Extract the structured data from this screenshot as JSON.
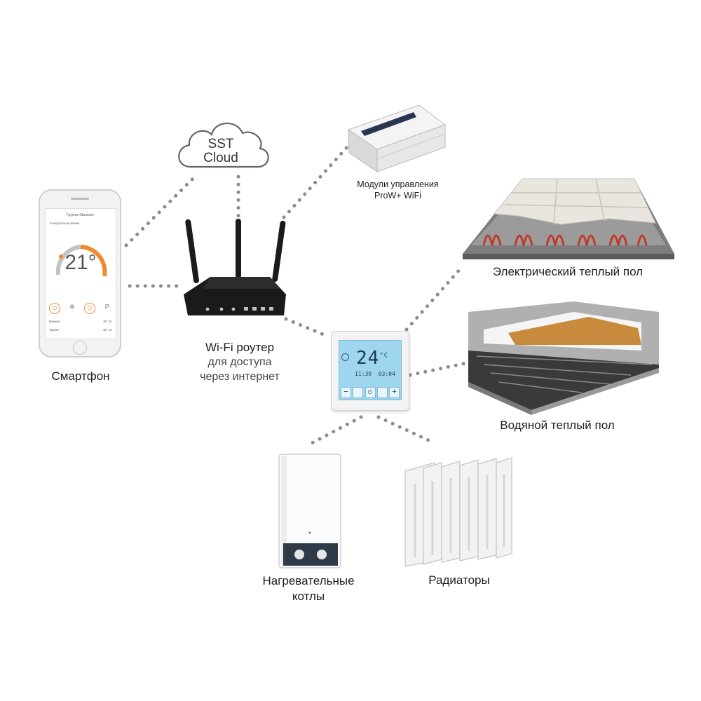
{
  "cloud": {
    "line1": "SST",
    "line2": "Cloud"
  },
  "modules": {
    "line1": "Модули управления",
    "line2": "ProW+ WiFi"
  },
  "electric_floor": {
    "label": "Электрический теплый пол"
  },
  "water_floor": {
    "label": "Водяной теплый пол"
  },
  "router": {
    "title": "Wi-Fi роутер",
    "sub1": "для доступа",
    "sub2": "через интернет"
  },
  "smartphone": {
    "label": "Смартфон",
    "screen": {
      "header": "Группа «Ванная»",
      "mode": "Комфортный режим",
      "temperature": "21°",
      "room1": "Ванная",
      "room2": "Туалет",
      "val_a": "15°",
      "val_b": "21",
      "val_c": "15°",
      "val_d": "21"
    }
  },
  "thermostat": {
    "temp": "24",
    "unit": "°C",
    "time": "11:39",
    "date": "03:04"
  },
  "boiler": {
    "line1": "Нагревательные",
    "line2": "котлы"
  },
  "radiators": {
    "label": "Радиаторы"
  },
  "colors": {
    "accent_orange": "#f08a2c",
    "dots": "#8c8c8c",
    "router_body": "#1a1a1a",
    "thermostat_screen": "#9fd6ef"
  }
}
